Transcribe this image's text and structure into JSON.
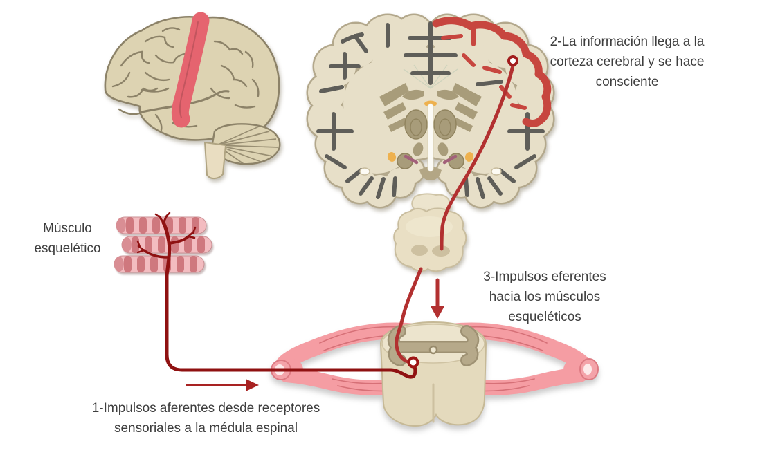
{
  "figure": {
    "type": "anatomical-pathway-diagram",
    "language": "es",
    "background": "#ffffff"
  },
  "labels": {
    "muscle": "Músculo\nesquelético",
    "step1": "1-Impulsos aferentes desde receptores\nsensoriales a la médula espinal",
    "step2": "2-La información llega a la\ncorteza cerebral y se hace\nconsciente",
    "step3": "3-Impulsos eferentes\nhacia los músculos\nesqueléticos"
  },
  "illustrations": {
    "lateral_brain": "brain-lateral-view-with-highlighted-cortex-strip",
    "coronal_brain": "brain-coronal-section-with-highlighted-right-cortex",
    "brainstem": "brainstem-segment",
    "spinal_cord": "spinal-cord-cross-section-with-nerve-roots",
    "muscle_fibers": "skeletal-muscle-fibers-with-nerve-endings",
    "afferent_path": "dark-red-afferent-nerve-path",
    "efferent_path": "red-efferent-nerve-path",
    "synapses": "synapse-circles"
  },
  "colors": {
    "background": "#ffffff",
    "text": "#3e3e3e",
    "nerve_dark_red": "#8f1111",
    "nerve_red": "#b23030",
    "cortex_highlight": "#c7463f",
    "lateral_highlight": "#e5646f",
    "brain_beige": "#e7dfc8",
    "brain_outline": "#b3a88c",
    "sulcus_gray": "#5f5e59",
    "lateral_brain_fill": "#ddd3b2",
    "muscle_pink_light": "#f3bcc0",
    "muscle_pink_dark": "#cf787e",
    "root_pink": "#f59da3",
    "cord_fill": "#e4dabd",
    "gray_matter": "#b6a98a",
    "amber_spot": "#eeb14e"
  }
}
